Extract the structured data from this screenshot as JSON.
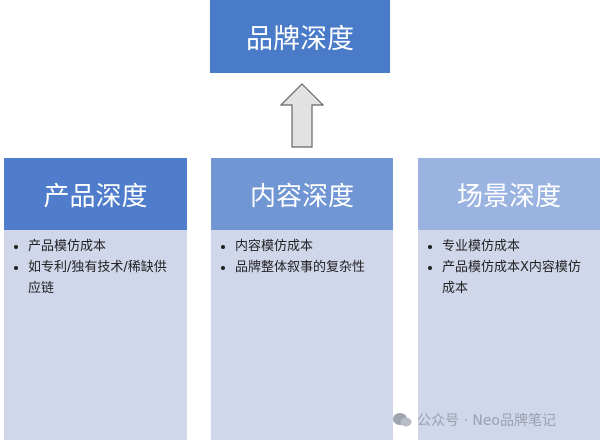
{
  "top": {
    "label": "品牌深度"
  },
  "columns": [
    {
      "title": "产品深度",
      "bullets": [
        "产品模仿成本",
        "如专利/独有技术/稀缺供应链"
      ]
    },
    {
      "title": "内容深度",
      "bullets": [
        "内容模仿成本",
        "品牌整体叙事的复杂性"
      ]
    },
    {
      "title": "场景深度",
      "bullets": [
        "专业模仿成本",
        "产品模仿成本X内容模仿成本"
      ]
    }
  ],
  "watermark": "公众号 · Neo品牌笔记",
  "colors": {
    "top": "#4a7bc9",
    "col1": "#4f7dcc",
    "col2": "#7196d4",
    "col3": "#9bb3e1",
    "body": "#d0d7eb"
  }
}
